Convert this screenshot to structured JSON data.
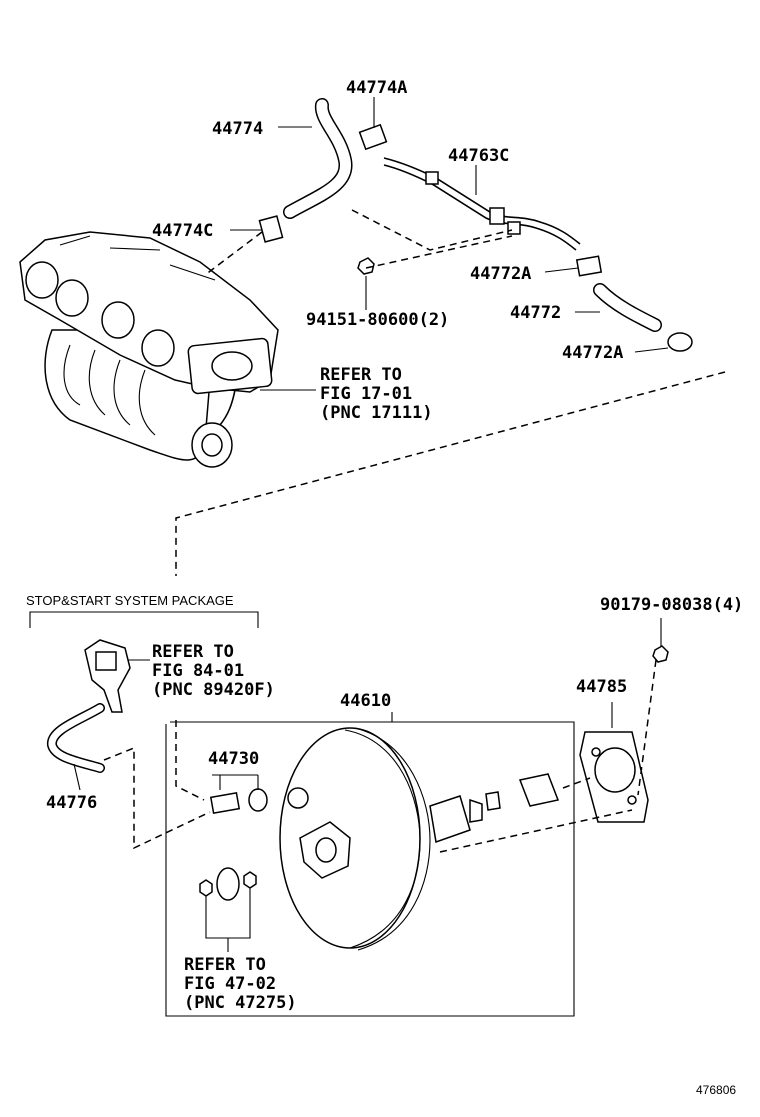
{
  "labels": {
    "p44774A": "44774A",
    "p44774": "44774",
    "p44763C": "44763C",
    "p44774C": "44774C",
    "p44772A_top": "44772A",
    "p94151": "94151-80600(2)",
    "p44772": "44772",
    "p44772A_bottom": "44772A",
    "refer1": [
      "REFER TO",
      "FIG 17-01",
      "(PNC 17111)"
    ],
    "stopstart": "STOP&START SYSTEM PACKAGE",
    "p90179": "90179-08038(4)",
    "refer2": [
      "REFER TO",
      "FIG 84-01",
      "(PNC 89420F)"
    ],
    "p44610": "44610",
    "p44785": "44785",
    "p44730": "44730",
    "p44776": "44776",
    "refer3": [
      "REFER TO",
      "FIG 47-02",
      "(PNC 47275)"
    ],
    "figure_id": "476806"
  }
}
